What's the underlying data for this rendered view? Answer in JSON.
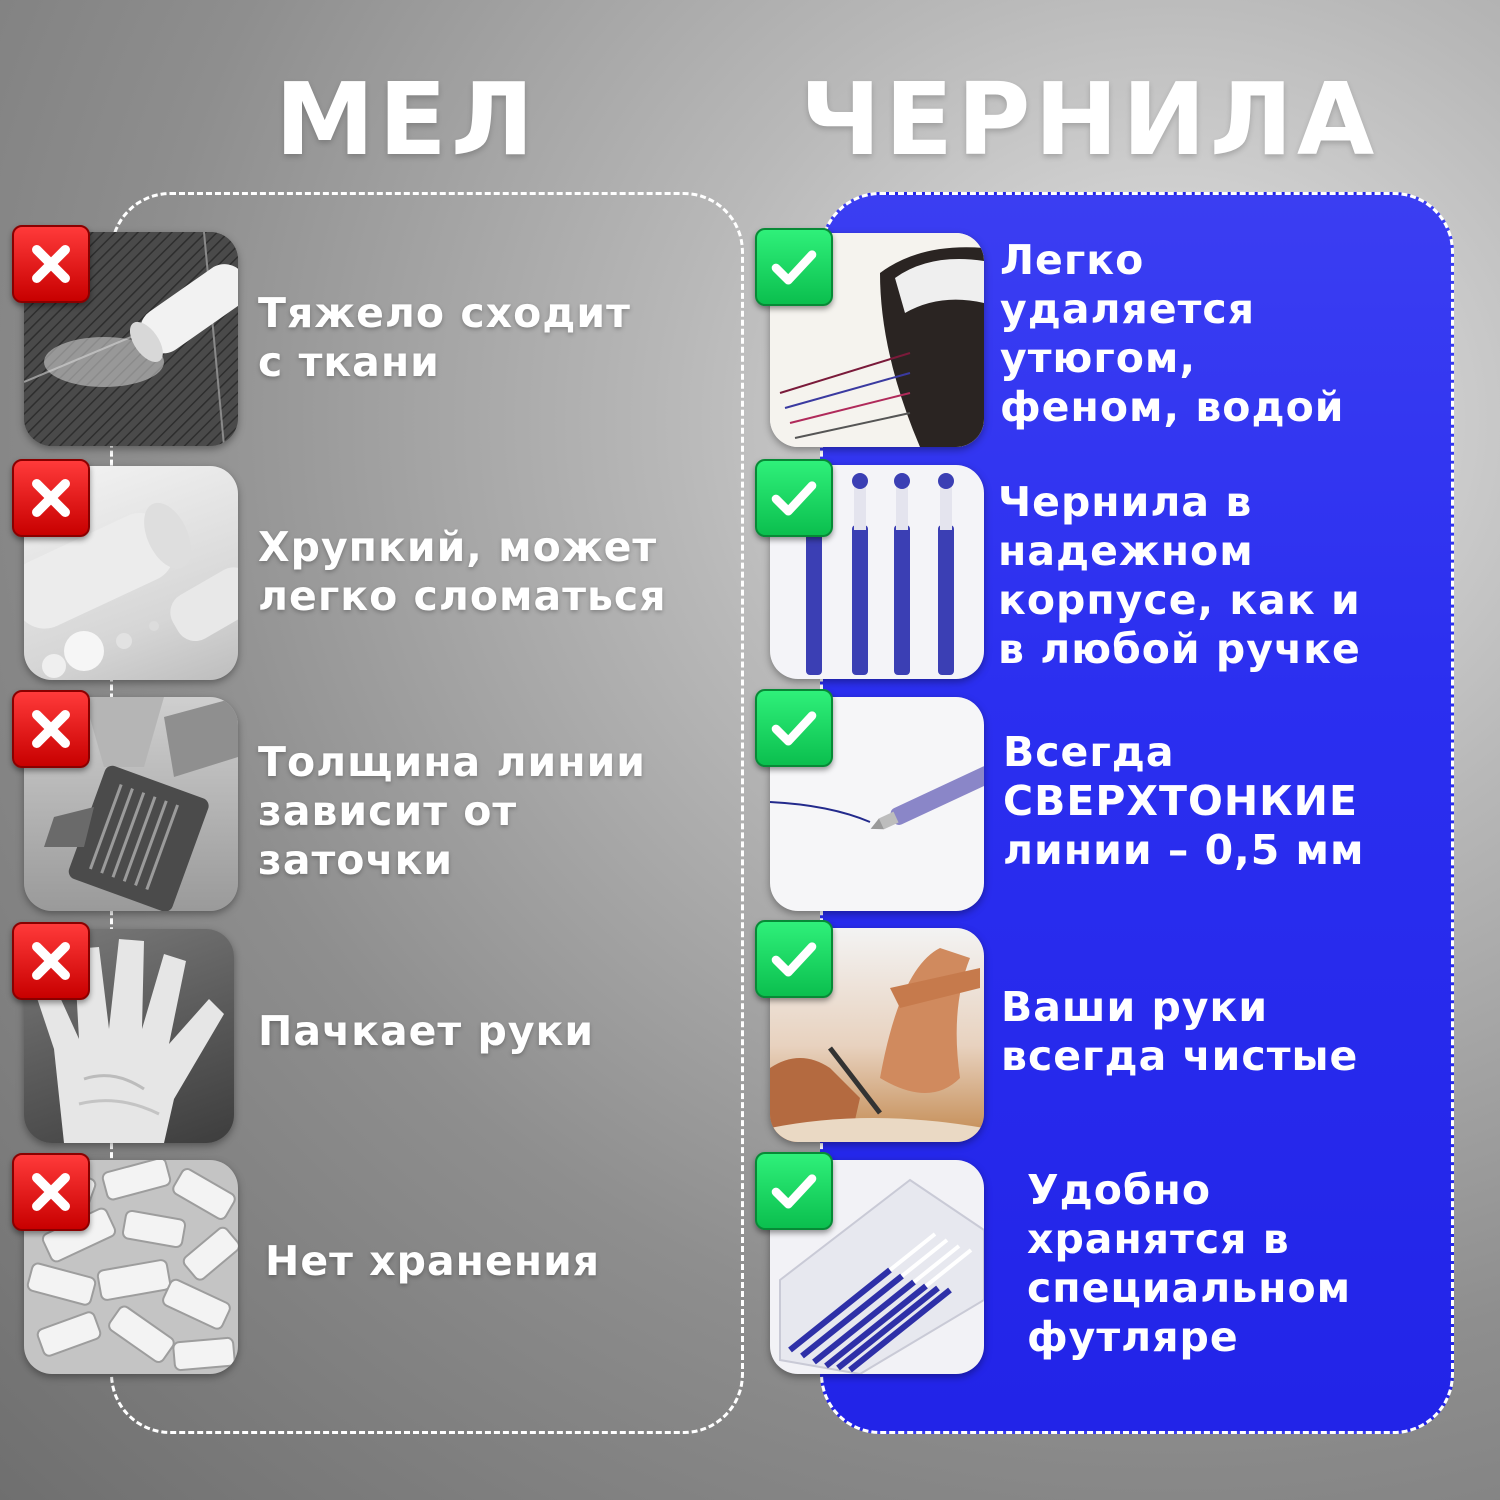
{
  "left_title": "МЕЛ",
  "right_title": "ЧЕРНИЛА",
  "chalk_items": [
    {
      "text": "Тяжело сходит\nс ткани",
      "image": "chalk-on-fabric-photo",
      "icon": "cross-icon"
    },
    {
      "text": "Хрупкий, может\nлегко сломаться",
      "image": "broken-chalk-photo",
      "icon": "cross-icon"
    },
    {
      "text": "Толщина линии\nзависит от\nзаточки",
      "image": "chalk-sharpener-photo",
      "icon": "cross-icon"
    },
    {
      "text": "Пачкает руки",
      "image": "chalky-hand-photo",
      "icon": "cross-icon"
    },
    {
      "text": "Нет хранения",
      "image": "chalk-pile-photo",
      "icon": "cross-icon"
    }
  ],
  "ink_items": [
    {
      "text": "Легко\nудаляется\nутюгом,\nфеном, водой",
      "image": "iron-erasing-lines-photo",
      "icon": "check-icon"
    },
    {
      "text": "Чернила в\nнадежном\nкорпусе, как и\nв любой ручке",
      "image": "pen-refills-photo",
      "icon": "check-icon"
    },
    {
      "text": "Всегда\nСВЕРХТОНКИЕ\nлинии – 0,5 мм",
      "image": "thin-line-pen-photo",
      "icon": "check-icon"
    },
    {
      "text": "Ваши руки\nвсегда чистые",
      "image": "hands-drawing-photo",
      "icon": "check-icon"
    },
    {
      "text": "Удобно\nхранятся в\nспециальном\nфутляре",
      "image": "refill-case-photo",
      "icon": "check-icon"
    }
  ],
  "colors": {
    "panel_right": "#2b2ff0",
    "badge_cross": "#e00000",
    "badge_check": "#16d45c"
  }
}
